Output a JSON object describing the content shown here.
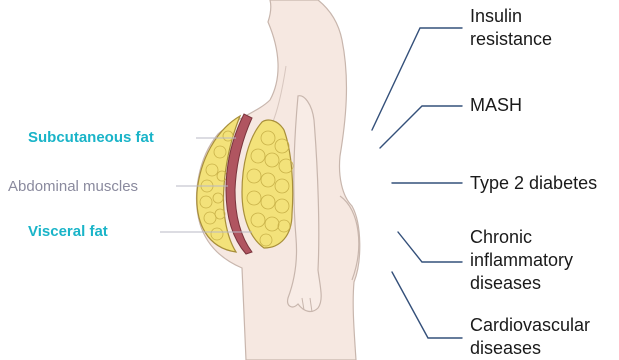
{
  "labels": {
    "subcutaneous": "Subcutaneous fat",
    "muscles": "Abdominal muscles",
    "visceral": "Visceral fat"
  },
  "conditions": [
    {
      "lines": [
        "Insulin",
        "resistance"
      ]
    },
    {
      "lines": [
        "MASH"
      ]
    },
    {
      "lines": [
        "Type 2 diabetes"
      ]
    },
    {
      "lines": [
        "Chronic",
        "inflammatory",
        "diseases"
      ]
    },
    {
      "lines": [
        "Cardiovascular",
        "diseases"
      ]
    }
  ],
  "colors": {
    "accent": "#1ab4c8",
    "muted": "#8a8a9e",
    "skin": "#f6e8e1",
    "skin_outline": "#c8b6ad",
    "fat": "#f3e27a",
    "muscle": "#b05560",
    "leader": "#34507a"
  }
}
